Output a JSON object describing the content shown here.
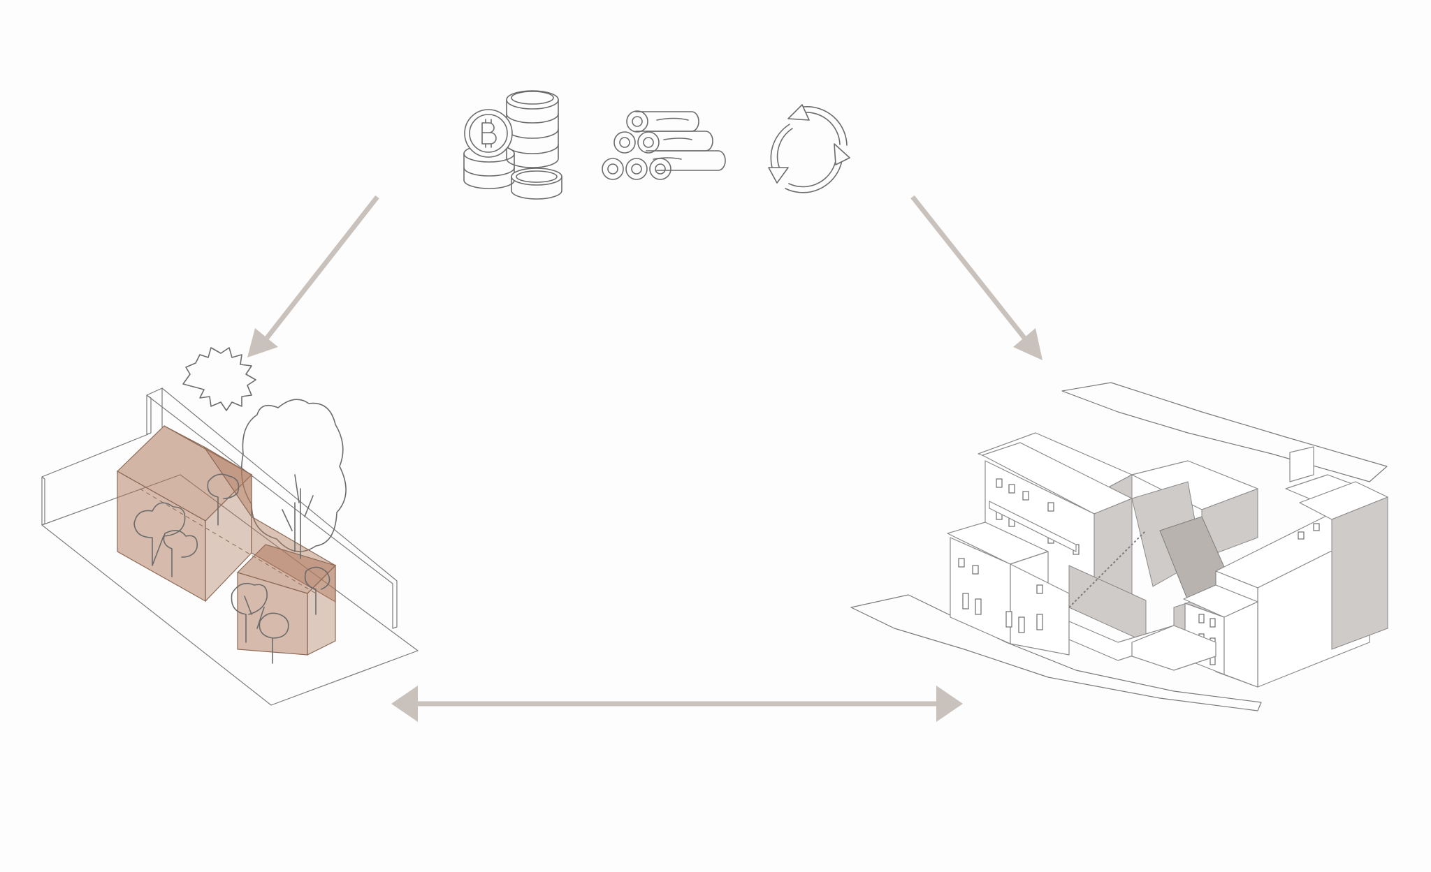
{
  "diagram": {
    "icons": [
      {
        "id": "coins",
        "icon": "bitcoin-coins-icon"
      },
      {
        "id": "logs",
        "icon": "timber-logs-icon"
      },
      {
        "id": "cycle",
        "icon": "recycle-arrows-icon"
      }
    ],
    "arrows": [
      {
        "id": "to-left",
        "direction": "down-left",
        "color": "#c9c1bb"
      },
      {
        "id": "to-right",
        "direction": "down-right",
        "color": "#c9c1bb"
      },
      {
        "id": "bottom",
        "direction": "both",
        "color": "#c9c1bb"
      }
    ],
    "left_model": {
      "icon": "timber-house-axonometric",
      "accent_color": "#b89079"
    },
    "right_model": {
      "icon": "village-block-axonometric",
      "accent_color": "#bcb7b3"
    }
  }
}
